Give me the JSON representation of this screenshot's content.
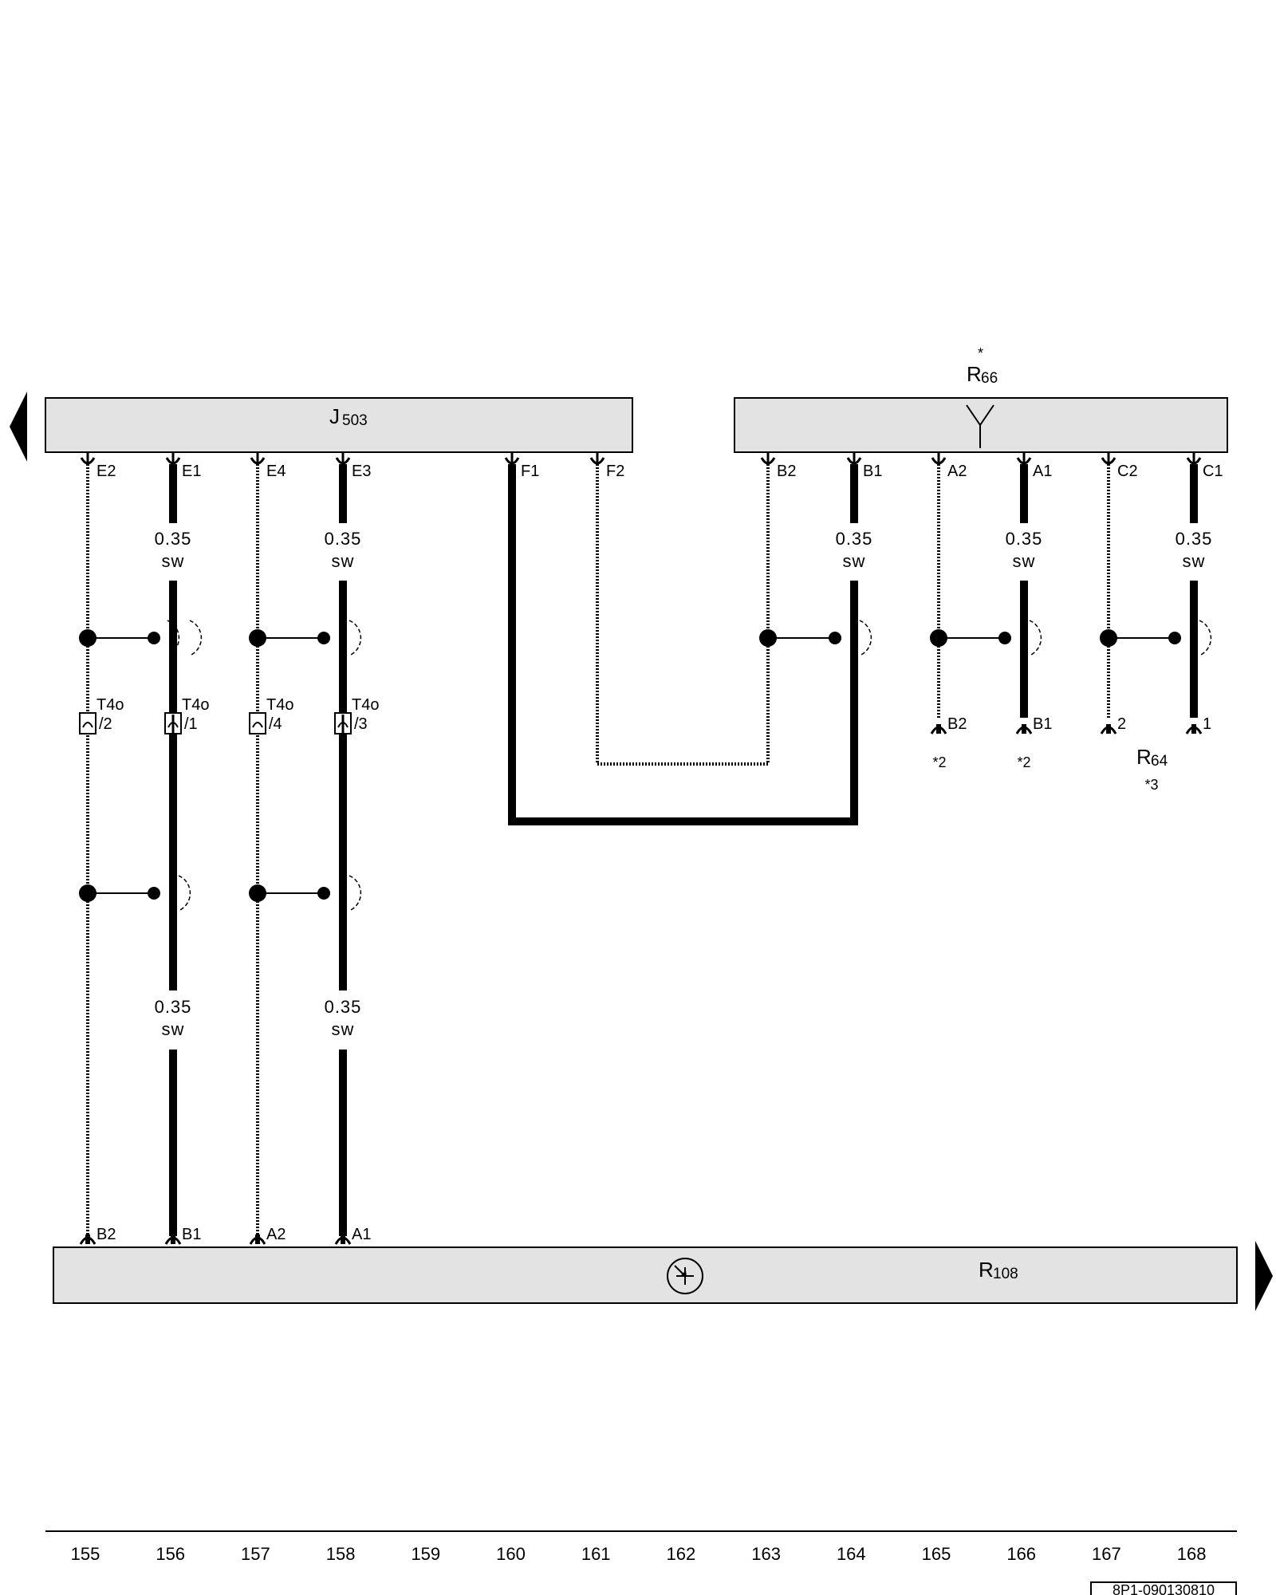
{
  "components": {
    "j503": {
      "letter": "J",
      "number": "503"
    },
    "r66": {
      "letter": "R",
      "number": "66",
      "asterisk": "*"
    },
    "r108": {
      "letter": "R",
      "number": "108"
    },
    "r64": {
      "letter": "R",
      "number": "64",
      "note": "*3"
    }
  },
  "j503_pins": [
    "E2",
    "E1",
    "E4",
    "E3",
    "F1",
    "F2"
  ],
  "r66_pins": [
    "B2",
    "B1",
    "A2",
    "A1",
    "C2",
    "C1"
  ],
  "r108_pins": [
    "B2",
    "B1",
    "A2",
    "A1"
  ],
  "connector": {
    "name": "T4o",
    "pins": [
      "/2",
      "/1",
      "/4",
      "/3"
    ]
  },
  "lower_pins": [
    "B2",
    "B1",
    "2",
    "1"
  ],
  "lower_notes": [
    "*2",
    "*2"
  ],
  "wire": {
    "size": "0.35",
    "color": "sw"
  },
  "columns": [
    "155",
    "156",
    "157",
    "158",
    "159",
    "160",
    "161",
    "162",
    "163",
    "164",
    "165",
    "166",
    "167",
    "168"
  ],
  "doc_id": "8P1-090130810",
  "colors": {
    "component_fill": "#e3e3e3",
    "line": "#000000"
  },
  "icons": [
    "arrow-left-icon",
    "arrow-right-icon",
    "antenna-icon",
    "crosshair-icon"
  ]
}
